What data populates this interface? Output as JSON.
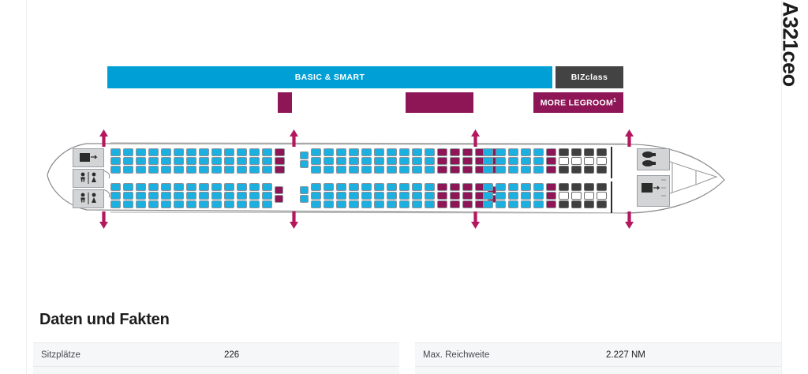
{
  "aircraft": {
    "name": "A321ceo"
  },
  "legend": {
    "cabin_classes": [
      {
        "label": "BASIC & SMART",
        "color": "#00a0d6"
      },
      {
        "label": "BIZclass",
        "color": "#434343"
      }
    ],
    "more_legroom": {
      "label": "MORE LEGROOM",
      "footnote": "1",
      "color": "#8e1656"
    }
  },
  "seatmap": {
    "seat_colors": {
      "economy": "#1cb0e0",
      "more_legroom": "#8e1656",
      "business": "#3f3f3f",
      "blocked": "#ffffff"
    },
    "icons": {
      "nose_galley": "galley-icon",
      "nose_lavatory_1": "lavatory-icon",
      "nose_lavatory_2": "lavatory-icon",
      "tail_lavatory": "lavatory-icon",
      "tail_galley": "galley-icon",
      "exit_marker": "exit-arrow-icon"
    },
    "rows": {
      "front_section_columns": 14,
      "mid_section_columns": 16,
      "rear_section_columns": 10
    }
  },
  "facts": {
    "heading": "Daten und Fakten",
    "left_rows": [
      {
        "label": "Sitzplätze",
        "value": "226"
      }
    ],
    "right_rows": [
      {
        "label": "Max. Reichweite",
        "value": "2.227 NM"
      }
    ]
  }
}
